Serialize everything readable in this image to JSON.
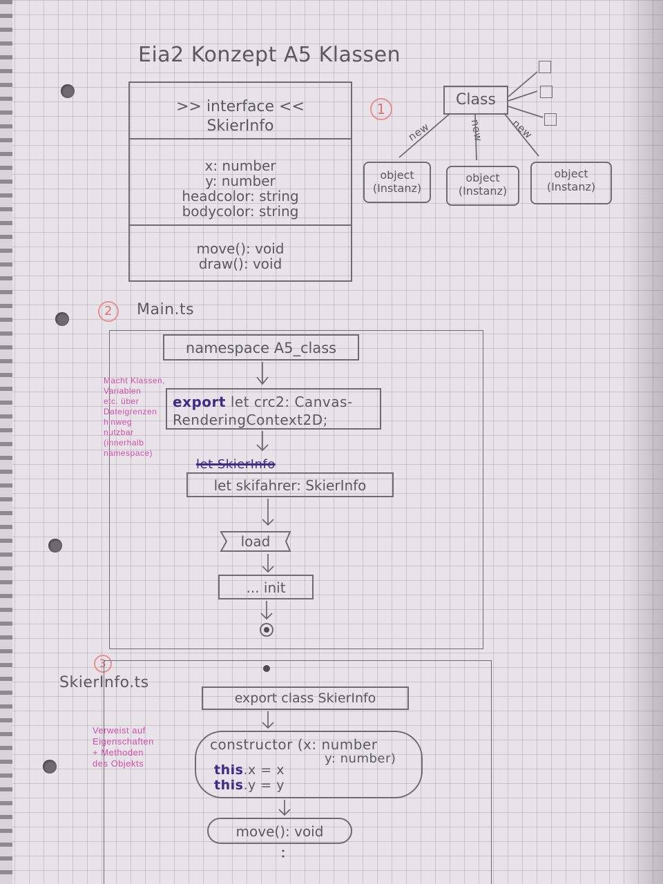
{
  "title": "Eia2 Konzept A5 Klassen",
  "interface_box": {
    "stereotype": ">> interface <<",
    "name": "SkierInfo",
    "attributes": [
      "x: number",
      "y: number",
      "headcolor: string",
      "bodycolor: string"
    ],
    "methods": [
      "move(): void",
      "draw(): void"
    ]
  },
  "section1": {
    "marker": "1",
    "class_label": "Class",
    "arrow_label": "new",
    "objects": [
      "object (Instanz)",
      "object (Instanz)",
      "object (Instanz)"
    ]
  },
  "section2": {
    "marker": "2",
    "file": "Main.ts",
    "namespace": "namespace A5_class",
    "export_keyword": "export",
    "export_line1": "let crc2: Canvas-",
    "export_line2": "RenderingContext2D;",
    "note": [
      "Macht Klassen,",
      "Variablen",
      "etc. über",
      "Dateigrenzen",
      "hinweg",
      "nutzbar",
      "(innerhalb",
      "namespace)"
    ],
    "struck": "let SkierInfo",
    "skier_decl": "let skifahrer: SkierInfo",
    "load": "load",
    "init": "... init"
  },
  "section3": {
    "marker": "3",
    "file": "SkierInfo.ts",
    "class_decl": "export class SkierInfo",
    "note": [
      "Verweist auf",
      "Eigenschaften",
      "+ Methoden",
      "des Objekts"
    ],
    "constructor_line1": "constructor (x: number",
    "constructor_line2": "y: number)",
    "this_keyword": "this",
    "this1": ".x = x",
    "this2": ".y = y",
    "method": "move(): void"
  }
}
